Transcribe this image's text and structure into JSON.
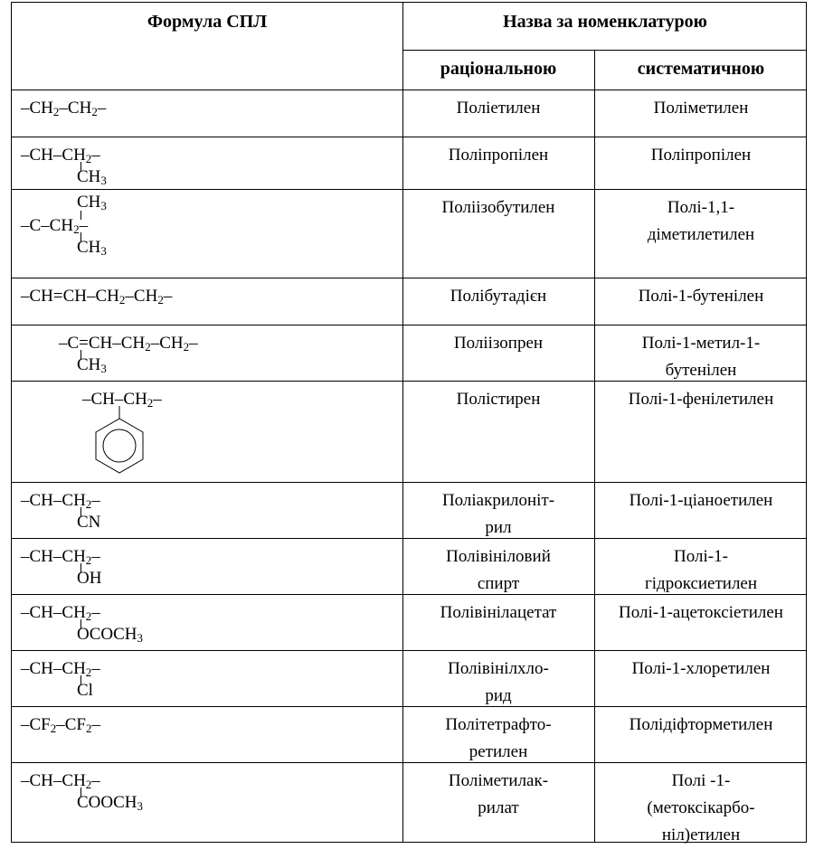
{
  "header": {
    "formula_col": "Формула СПЛ",
    "names_col": "Назва за номенклатурою",
    "rational_col": "раціональною",
    "systematic_col": "систематичною"
  },
  "rows": [
    {
      "formula": {
        "main": "–CH₂–CH₂–"
      },
      "rational": [
        "Поліетилен"
      ],
      "systematic": [
        "Поліметилен"
      ]
    },
    {
      "formula": {
        "main": "–CH–CH₂–",
        "below": "CH₃"
      },
      "rational": [
        "Поліпропілен"
      ],
      "systematic": [
        "Поліпропілен"
      ]
    },
    {
      "formula": {
        "above": "CH₃",
        "main": "–C–CH₂–",
        "below": "CH₃"
      },
      "rational": [
        "Поліізобутилен"
      ],
      "systematic": [
        "Полі-1,1-",
        "діметилетилен"
      ]
    },
    {
      "formula": {
        "main": "–CH=CH–CH₂–CH₂–"
      },
      "rational": [
        "Полібутадієн"
      ],
      "systematic": [
        "Полі-1-бутенілен"
      ]
    },
    {
      "formula": {
        "main": "–C=CH–CH₂–CH₂–",
        "below": "CH₃"
      },
      "rational": [
        "Поліізопрен"
      ],
      "systematic": [
        "Полі-1-метил-1-",
        "бутенілен"
      ]
    },
    {
      "formula": {
        "main": "–CH–CH₂–"
      },
      "rational": [
        "Полістирен"
      ],
      "systematic": [
        "Полі-1-фенілетилен"
      ]
    },
    {
      "formula": {
        "main": "–CH–CH₂–",
        "below": "CN"
      },
      "rational": [
        "Поліакрилоніт-",
        "рил"
      ],
      "systematic": [
        "Полі-1-ціаноетилен"
      ]
    },
    {
      "formula": {
        "main": "–CH–CH₂–",
        "below": "OH"
      },
      "rational": [
        "Полівініловий",
        "спирт"
      ],
      "systematic": [
        "Полі-1-",
        "гідроксиетилен"
      ]
    },
    {
      "formula": {
        "main": "–CH–CH₂–",
        "below": "OCOCH₃"
      },
      "rational": [
        "Полівінілацетат"
      ],
      "systematic": [
        "Полі-1-ацетоксіетилен"
      ]
    },
    {
      "formula": {
        "main": "–CH–CH₂–",
        "below": "Cl"
      },
      "rational": [
        "Полівінілхло-",
        "рид"
      ],
      "systematic": [
        "Полі-1-хлоретилен"
      ]
    },
    {
      "formula": {
        "main": "–CF₂–CF₂–"
      },
      "rational": [
        "Політетрафто-",
        "ретилен"
      ],
      "systematic": [
        "Полідіфторметилен"
      ]
    },
    {
      "formula": {
        "main": "–CH–CH₂–",
        "below": "COOCH₃"
      },
      "rational": [
        "Поліметилак-",
        "рилат"
      ],
      "systematic": [
        "Полі -1-",
        "(метоксікарбо-",
        "ніл)етилен"
      ]
    }
  ]
}
